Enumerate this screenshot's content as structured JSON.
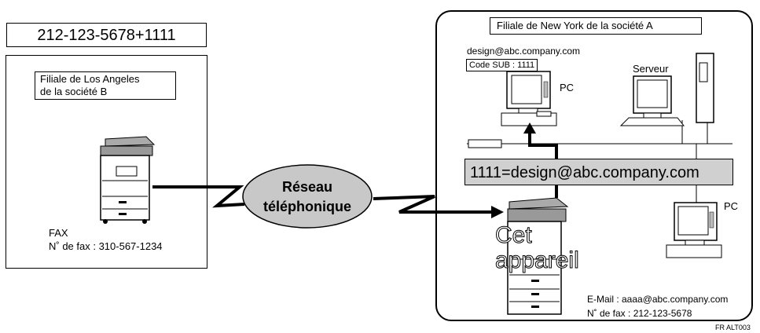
{
  "sender": {
    "dial_string": "212-123-5678+1111",
    "branch": "Filiale de Los Angeles\nde la société B",
    "device_type": "FAX",
    "fax_number": "N˚ de fax : 310-567-1234"
  },
  "network": {
    "label": "Réseau\ntéléphonique"
  },
  "receiver": {
    "branch": "Filiale de New York de la société A",
    "pc_email": "design@abc.company.com",
    "sub_code": "Code SUB : 1111",
    "pc_label": "PC",
    "server_label": "Serveur",
    "pc2_label": "PC",
    "mapping": "1111=design@abc.company.com",
    "device_name": "Cet\nappareil",
    "email": "E-Mail :  aaaa@abc.company.com",
    "fax_number": "N˚ de fax : 212-123-5678"
  },
  "figure_code": "FR ALT003"
}
